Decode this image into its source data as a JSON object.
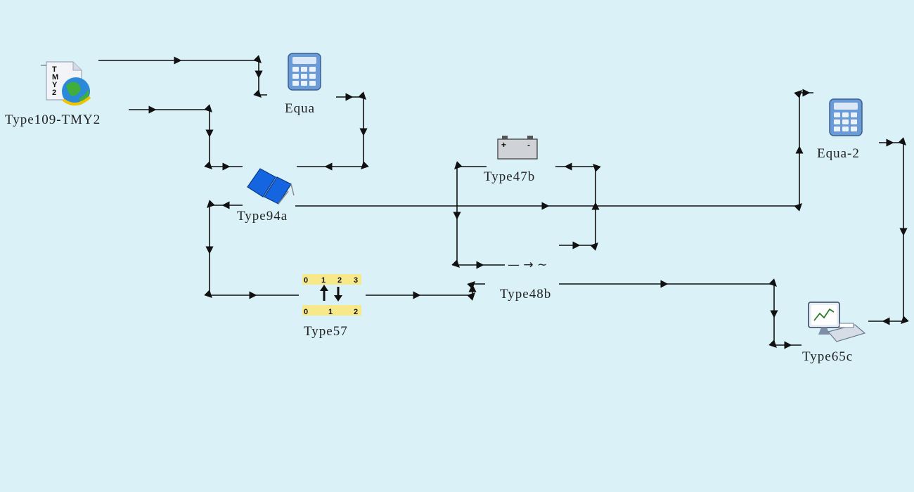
{
  "colors": {
    "background": "#d9f1f7",
    "wire": "#111111",
    "panel_blue": "#1565e0",
    "calculator_blue": "#5b8fcf",
    "ruler_yellow": "#f7e98a"
  },
  "components": {
    "weather": {
      "label": "Type109-TMY2",
      "icon": "tmy2-weather-file-icon",
      "icon_text": [
        "T",
        "M",
        "Y",
        "2"
      ]
    },
    "equa": {
      "label": "Equa",
      "icon": "calculator-icon"
    },
    "pv": {
      "label": "Type94a",
      "icon": "solar-panel-icon"
    },
    "battery": {
      "label": "Type47b",
      "icon": "battery-icon",
      "terminals": [
        "+",
        "-"
      ]
    },
    "inverter": {
      "label": "Type48b",
      "icon": "inverter-icon",
      "symbol": "— → ∼"
    },
    "converter": {
      "label": "Type57",
      "icon": "unit-converter-icon",
      "top_ticks": [
        "0",
        "1",
        "2",
        "3"
      ],
      "bottom_ticks": [
        "0",
        "1",
        "2"
      ]
    },
    "equa2": {
      "label": "Equa-2",
      "icon": "calculator-icon"
    },
    "printer": {
      "label": "Type65c",
      "icon": "online-plotter-icon"
    }
  }
}
